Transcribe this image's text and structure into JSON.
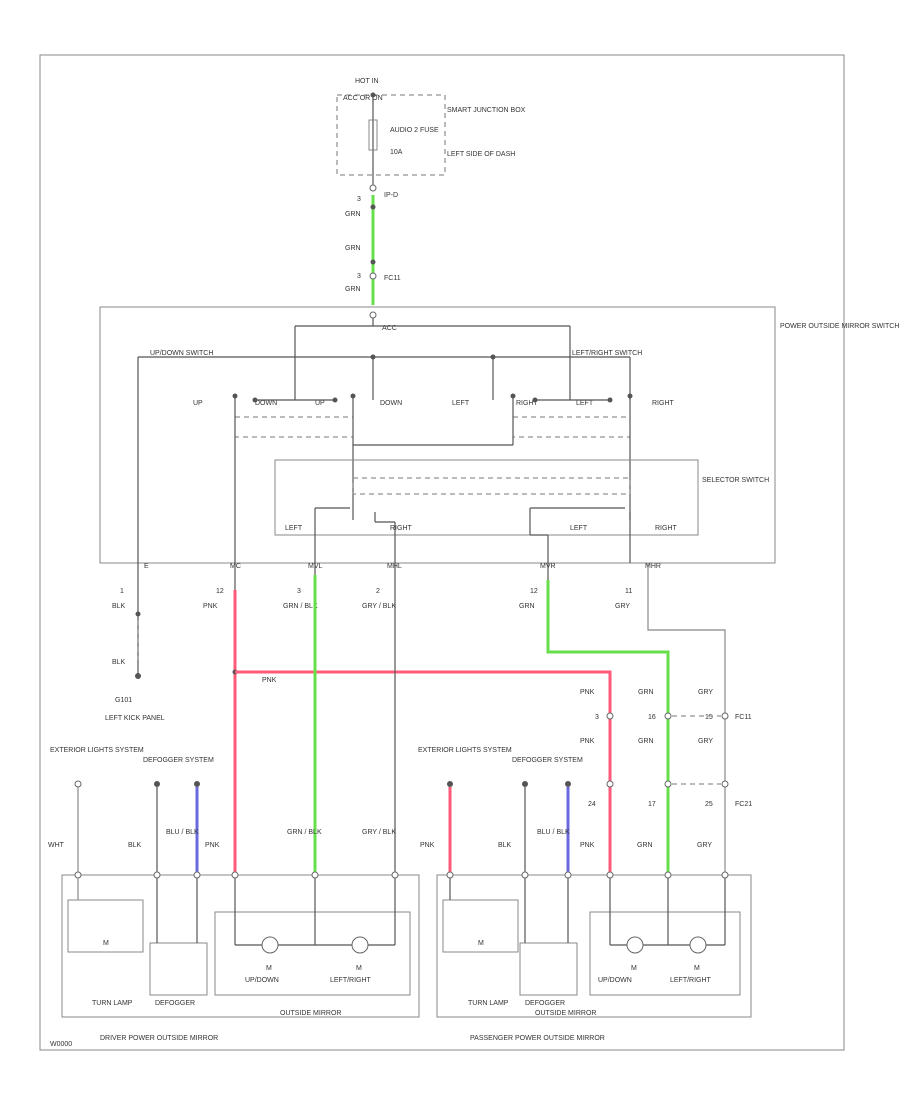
{
  "labels": {
    "hot_in": "HOT IN",
    "acc_on": "ACC OR ON",
    "smart_junction_box": "SMART JUNCTION BOX",
    "sjb_location": "LEFT SIDE OF DASH",
    "fuse_name": "AUDIO 2 FUSE",
    "fuse_rating": "10A",
    "power_mirror_switch": "POWER OUTSIDE MIRROR SWITCH",
    "updown_switch": "UP/DOWN SWITCH",
    "leftright_switch": "LEFT/RIGHT SWITCH",
    "pos_up": "UP",
    "pos_down_a": "DOWN",
    "pos_up_b": "UP",
    "pos_down": "DOWN",
    "pos_left": "LEFT",
    "pos_right_a": "RIGHT",
    "pos_left_b": "LEFT",
    "pos_right": "RIGHT",
    "selector_switch": "SELECTOR SWITCH",
    "sel_left": "LEFT",
    "sel_right": "RIGHT",
    "sel_left_2": "LEFT",
    "sel_right_2": "RIGHT",
    "ground_loc": "G101",
    "ground_desc": "LEFT KICK PANEL",
    "exterior_lights_l": "EXTERIOR LIGHTS SYSTEM",
    "defogger_l": "DEFOGGER SYSTEM",
    "exterior_lights_r": "EXTERIOR LIGHTS SYSTEM",
    "defogger_r": "DEFOGGER SYSTEM",
    "turn_lamp_l": "TURN LAMP",
    "defogger_elem_l": "DEFOGGER",
    "updown_motor_l": "UP/DOWN",
    "leftright_motor_l": "LEFT/RIGHT",
    "turn_lamp_r": "TURN LAMP",
    "defogger_elem_r": "DEFOGGER",
    "updown_motor_r": "UP/DOWN",
    "leftright_motor_r": "LEFT/RIGHT",
    "driver_mirror": "DRIVER POWER OUTSIDE MIRROR",
    "outside_mirror_l": "OUTSIDE MIRROR",
    "passenger_mirror": "PASSENGER POWER OUTSIDE MIRROR",
    "outside_mirror_r": "OUTSIDE MIRROR",
    "inline_c1": "FC11",
    "inline_c2": "FC11",
    "inline_c3": "FC21",
    "inline_top": "IP-D",
    "switch_acc": "ACC",
    "term_e": "E",
    "term_mc": "MC",
    "term_mvl": "MVL",
    "term_mhl": "MHL",
    "term_mvr": "MVR",
    "term_mhr": "MHR",
    "m_symbol": "M",
    "code_bottom": "W0000"
  },
  "wires": {
    "grn_top_pin": "3",
    "grn_top": "GRN",
    "grn_mid": "GRN",
    "grn_low_pin": "3",
    "grn_low": "GRN",
    "e_pin": "1",
    "e_color": "BLK",
    "blk_low": "BLK",
    "mc_pin": "12",
    "mc_color": "PNK",
    "mvl_pin": "3",
    "mvl_color": "GRN / BLK",
    "mhl_pin": "2",
    "mhl_color": "GRY / BLK",
    "mvr_pin": "12",
    "mvr_color": "GRN",
    "mhr_pin": "11",
    "mhr_color": "GRY",
    "pnk_join": "PNK",
    "r_pnk_a": "PNK",
    "r_pin_a": "3",
    "r_pnk_b": "PNK",
    "r_grn_a": "GRN",
    "r_pin_b": "16",
    "r_grn_b": "GRN",
    "r_gry_a": "GRY",
    "r_pin_c": "15",
    "r_gry_b": "GRY",
    "r_pin_d": "24",
    "r_pin_e": "17",
    "r_pin_f": "25",
    "l_wht": "WHT",
    "l_blk": "BLK",
    "l_blublk": "BLU / BLK",
    "l_pnk": "PNK",
    "l_grnblk": "GRN / BLK",
    "l_gryblk": "GRY / BLK",
    "r_pnk2": "PNK",
    "r_blk2": "BLK",
    "r_blublk2": "BLU / BLK",
    "r_pnk3": "PNK",
    "r_grn3": "GRN",
    "r_gry3": "GRY"
  },
  "colors": {
    "pink_wire": "#ff5a78",
    "green_wire": "#66e04a",
    "blue_wire": "#6a6adc",
    "gray_wire": "#555555"
  }
}
